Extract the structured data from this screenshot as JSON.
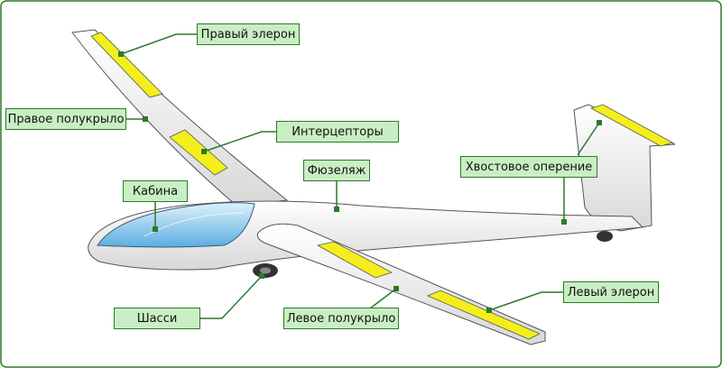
{
  "labels": {
    "right_aileron": "Правый элерон",
    "right_wing": "Правое полукрыло",
    "spoilers": "Интерцепторы",
    "fuselage": "Фюзеляж",
    "cockpit": "Кабина",
    "tail": "Хвостовое оперение",
    "left_aileron": "Левый элерон",
    "landing_gear": "Шасси",
    "left_wing": "Левое полукрыло"
  },
  "colors": {
    "frame": "#2b7a2b",
    "label_bg": "#c9eec3",
    "control_surface": "#f4ee1c",
    "airframe": "#f4f4f4",
    "canopy": "#7fc4ea"
  }
}
